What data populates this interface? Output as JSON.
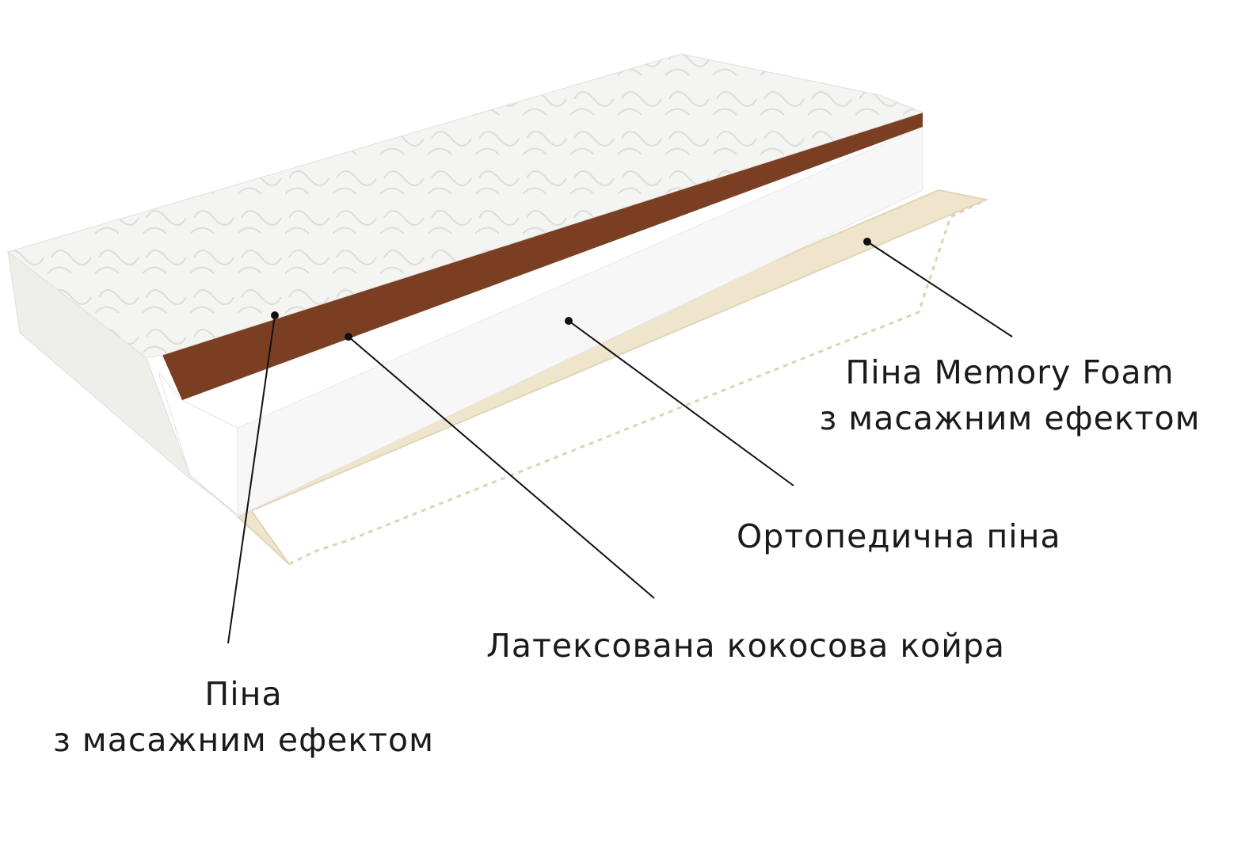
{
  "labels": {
    "memory_foam": {
      "line1": "Піна Memory Foam",
      "line2": "з масажним ефектом"
    },
    "orthopedic_foam": "Ортопедична піна",
    "coconut_coir": "Латексована кокосова койра",
    "massage_foam": {
      "line1": "Піна",
      "line2": "з масажним ефектом"
    }
  },
  "colors": {
    "cover": "#f3f3f1",
    "coir": "#7a3f22",
    "foam": "#fbfbfb",
    "latex": "#efe4cc",
    "leader": "#111111"
  }
}
